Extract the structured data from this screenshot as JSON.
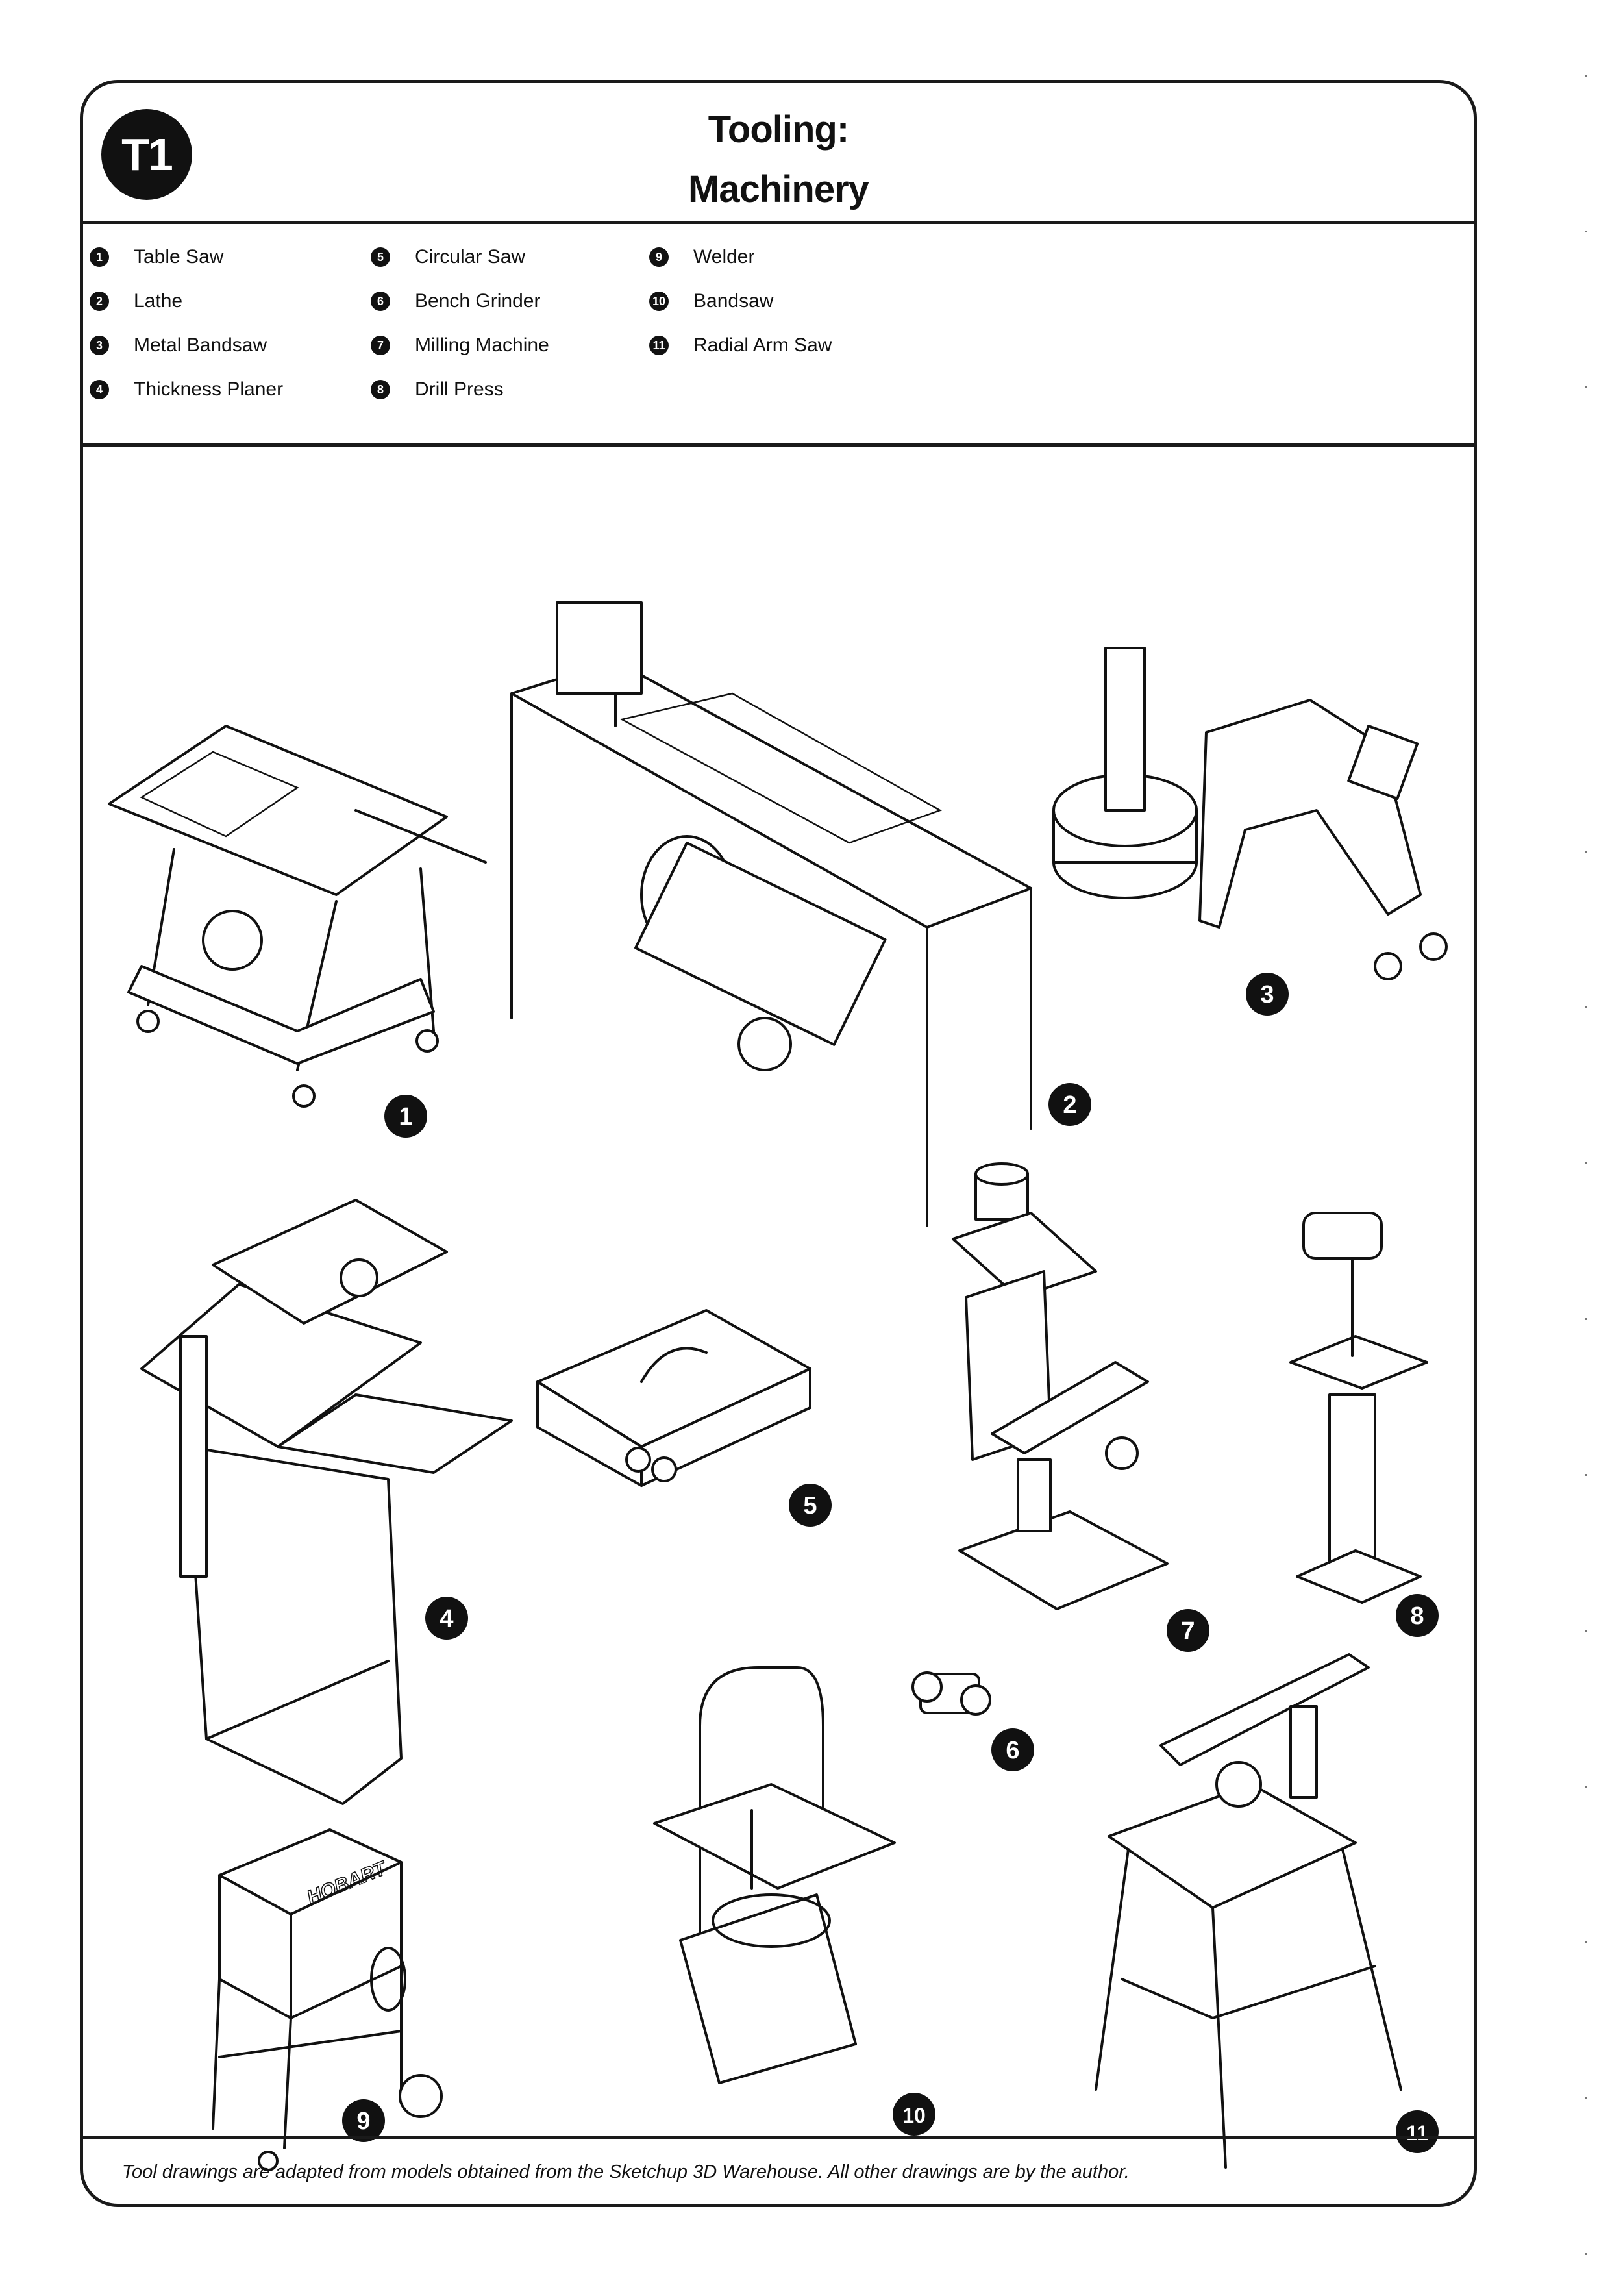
{
  "header": {
    "badge": "T1",
    "title_line1": "Tooling:",
    "title_line2": "Machinery"
  },
  "legend": [
    {
      "num": "1",
      "label": "Table Saw"
    },
    {
      "num": "2",
      "label": "Lathe"
    },
    {
      "num": "3",
      "label": "Metal Bandsaw"
    },
    {
      "num": "4",
      "label": "Thickness Planer"
    },
    {
      "num": "5",
      "label": "Circular Saw"
    },
    {
      "num": "6",
      "label": "Bench Grinder"
    },
    {
      "num": "7",
      "label": "Milling Machine"
    },
    {
      "num": "8",
      "label": "Drill Press"
    },
    {
      "num": "9",
      "label": "Welder"
    },
    {
      "num": "10",
      "label": "Bandsaw"
    },
    {
      "num": "11",
      "label": "Radial Arm Saw"
    }
  ],
  "welder_brand": "HOBART",
  "footer": {
    "note": "Tool drawings are adapted from models obtained from the Sketchup 3D Warehouse. All other drawings are by the author."
  },
  "colors": {
    "ink": "#111111",
    "paper": "#ffffff"
  }
}
